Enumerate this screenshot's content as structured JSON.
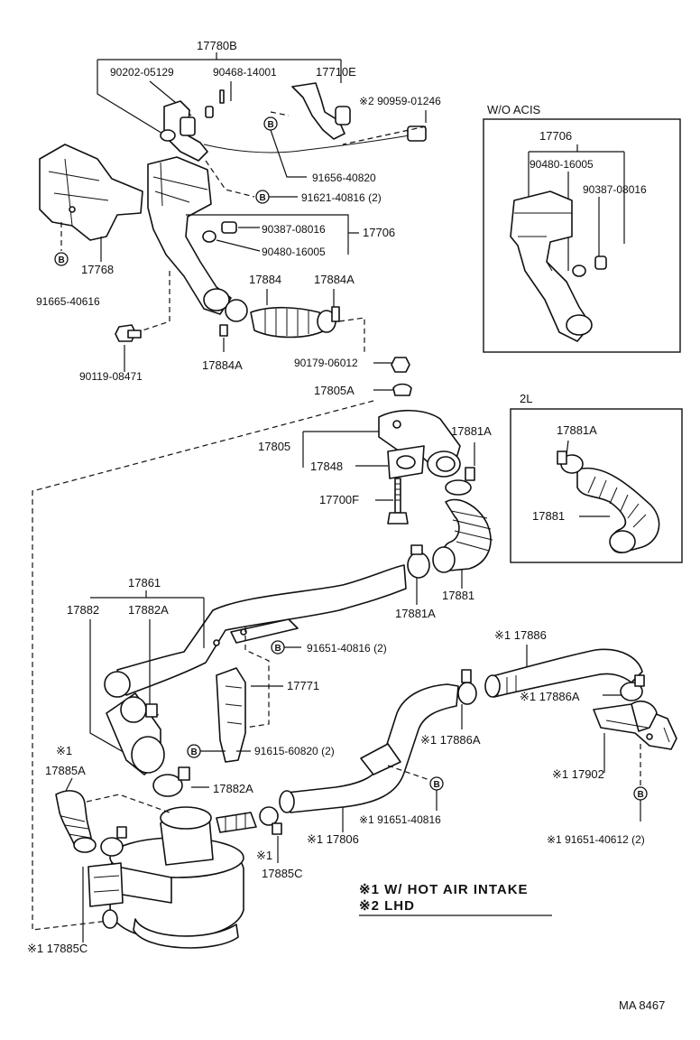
{
  "sections": {
    "wo_acis": "W/O  ACIS",
    "two_l": "2L"
  },
  "bolt_symbol": "B",
  "labels": {
    "p17780B": "17780B",
    "p90202_05129": "90202-05129",
    "p90468_14001": "90468-14001",
    "p17710E": "17710E",
    "p90959_01246": "※2 90959-01246",
    "p91656_40820": "91656-40820",
    "p91621_40816": "91621-40816 (2)",
    "p90387_08016": "90387-08016",
    "p17706": "17706",
    "p90480_16005": "90480-16005",
    "p17768": "17768",
    "p91665_40616": "91665-40616",
    "p17884": "17884",
    "p17884A_top": "17884A",
    "p17884A_bot": "17884A",
    "p90119_08471": "90119-08471",
    "p90179_06012": "90179-06012",
    "p17805A": "17805A",
    "p17805": "17805",
    "p17848": "17848",
    "p17881A_top": "17881A",
    "p17700F": "17700F",
    "p17881": "17881",
    "p17881A_bot": "17881A",
    "p17861": "17861",
    "p17882": "17882",
    "p17882A_top": "17882A",
    "p91651_40816_2": "91651-40816 (2)",
    "p17771": "17771",
    "p91615_60820": "91615-60820 (2)",
    "p17882A_bot": "17882A",
    "p17885A_mark": "※1",
    "p17885A": "17885A",
    "p17885C_mark": "※1",
    "p17885C": "17885C",
    "p17885C_left": "※1 17885C",
    "p17886": "※1 17886",
    "p17886A_top": "※1 17886A",
    "p17886A_mid": "※1 17886A",
    "p17902": "※1 17902",
    "p91651_40816": "※1 91651-40816",
    "p91651_40612": "※1 91651-40612 (2)",
    "p17806": "※1 17806",
    "wo_p17706": "17706",
    "wo_p90480": "90480-16005",
    "wo_p90387": "90387-08016",
    "l2_p17881A": "17881A",
    "l2_p17881": "17881"
  },
  "notes": [
    "※1 W/ HOT AIR INTAKE",
    "※2 LHD"
  ],
  "figure_code": "MA  8467"
}
